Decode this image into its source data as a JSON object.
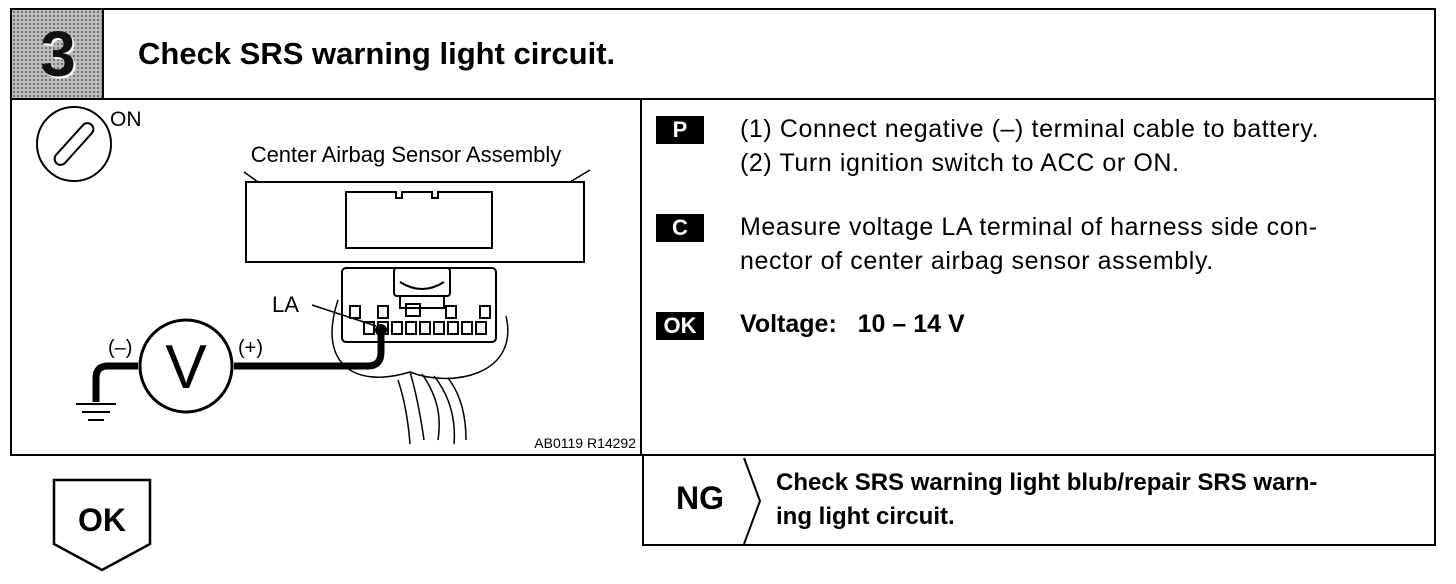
{
  "header": {
    "step_number": "3",
    "title": "Check SRS warning light circuit."
  },
  "diagram": {
    "ignition_label": "ON",
    "assembly_label": "Center Airbag Sensor Assembly",
    "terminal_label": "LA",
    "negative_label": "(–)",
    "positive_label": "(+)",
    "voltmeter_symbol": "V",
    "figure_id": "AB0119 R14292"
  },
  "instructions": {
    "p_badge": "P",
    "p_steps": [
      "(1) Connect negative (–) terminal cable to battery.",
      "(2) Turn ignition switch to ACC or ON."
    ],
    "c_badge": "C",
    "c_lines": [
      "Measure voltage LA terminal of harness side con-",
      "nector of center airbag sensor assembly."
    ],
    "ok_badge": "OK",
    "ok_text": "Voltage:   10 – 14 V"
  },
  "results": {
    "ng_label": "NG",
    "ng_lines": [
      "Check SRS warning light blub/repair SRS warn-",
      "ing light circuit."
    ],
    "ok_label": "OK"
  }
}
